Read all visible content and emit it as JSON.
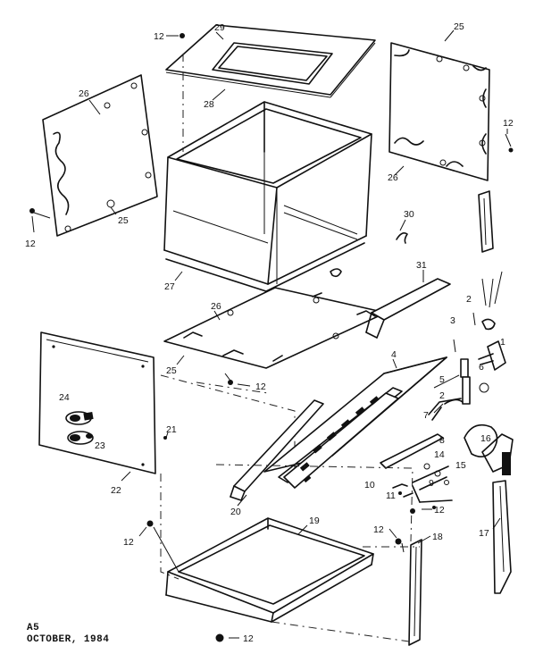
{
  "header": {
    "text": ""
  },
  "footer": {
    "code": "A5",
    "date": "OCTOBER, 1984"
  },
  "callouts": {
    "c12_top": "12",
    "c29": "29",
    "c28": "28",
    "c25_tr": "25",
    "c12_right": "12",
    "c26_right": "26",
    "c26_left": "26",
    "c25_left": "25",
    "c12_left": "12",
    "c30": "30",
    "c27": "27",
    "c31": "31",
    "c26_bottom": "26",
    "c25_bottom": "25",
    "c12_mid": "12",
    "c2a": "2",
    "c1": "1",
    "c3": "3",
    "c4": "4",
    "c5": "5",
    "c6": "6",
    "c2b": "2",
    "c7": "7",
    "c8": "8",
    "c16": "16",
    "c14": "14",
    "c15": "15",
    "c9": "9",
    "c10": "10",
    "c11": "11",
    "c12_r2": "12",
    "c17": "17",
    "c24": "24",
    "c23": "23",
    "c21": "21",
    "c22": "22",
    "c20": "20",
    "c19": "19",
    "c12_b1": "12",
    "c12_b2": "12",
    "c18": "18",
    "c12_bottom": "12"
  }
}
